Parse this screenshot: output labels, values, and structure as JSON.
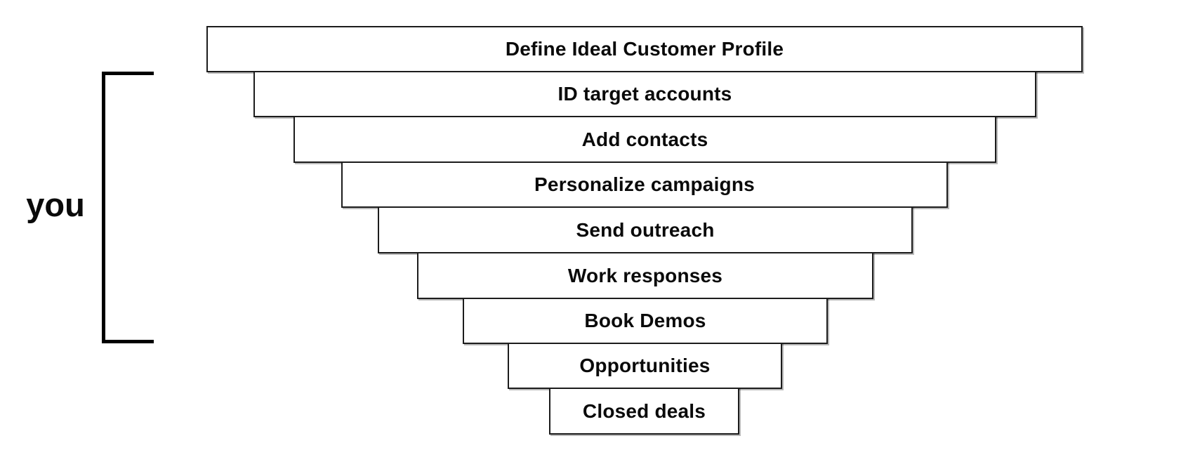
{
  "funnel": {
    "stages": [
      {
        "label": "Define Ideal Customer Profile"
      },
      {
        "label": "ID target accounts"
      },
      {
        "label": "Add contacts"
      },
      {
        "label": "Personalize campaigns"
      },
      {
        "label": "Send outreach"
      },
      {
        "label": "Work responses"
      },
      {
        "label": "Book Demos"
      },
      {
        "label": "Opportunities"
      },
      {
        "label": "Closed deals"
      }
    ]
  },
  "bracket": {
    "label": "you"
  },
  "colors": {
    "background": "#ffffff",
    "bar_fill": "#ffffff",
    "bar_border": "#1c1c1c",
    "text": "#0a0a0a",
    "bracket_stroke": "#000000"
  }
}
